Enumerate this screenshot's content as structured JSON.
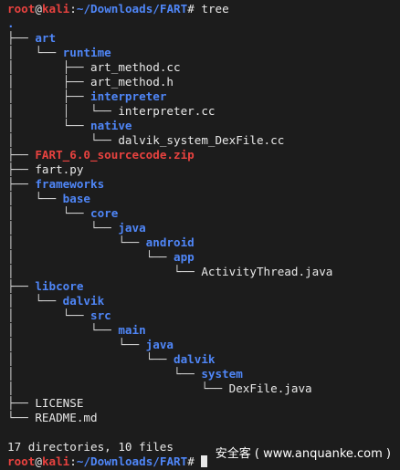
{
  "prompt": {
    "user": "root",
    "at": "@",
    "host": "kali",
    "colon": ":",
    "cwd": "~/Downloads/FART",
    "symbol": "# ",
    "command": "tree"
  },
  "tree": {
    "root": ".",
    "entries": [
      {
        "guide": "├── ",
        "name": "art",
        "kind": "dir"
      },
      {
        "guide": "│   └── ",
        "name": "runtime",
        "kind": "dir"
      },
      {
        "guide": "│       ├── ",
        "name": "art_method.cc",
        "kind": "file"
      },
      {
        "guide": "│       ├── ",
        "name": "art_method.h",
        "kind": "file"
      },
      {
        "guide": "│       ├── ",
        "name": "interpreter",
        "kind": "dir"
      },
      {
        "guide": "│       │   └── ",
        "name": "interpreter.cc",
        "kind": "file"
      },
      {
        "guide": "│       └── ",
        "name": "native",
        "kind": "dir"
      },
      {
        "guide": "│           └── ",
        "name": "dalvik_system_DexFile.cc",
        "kind": "file"
      },
      {
        "guide": "├── ",
        "name": "FART_6.0_sourcecode.zip",
        "kind": "zip"
      },
      {
        "guide": "├── ",
        "name": "fart.py",
        "kind": "file"
      },
      {
        "guide": "├── ",
        "name": "frameworks",
        "kind": "dir"
      },
      {
        "guide": "│   └── ",
        "name": "base",
        "kind": "dir"
      },
      {
        "guide": "│       └── ",
        "name": "core",
        "kind": "dir"
      },
      {
        "guide": "│           └── ",
        "name": "java",
        "kind": "dir"
      },
      {
        "guide": "│               └── ",
        "name": "android",
        "kind": "dir"
      },
      {
        "guide": "│                   └── ",
        "name": "app",
        "kind": "dir"
      },
      {
        "guide": "│                       └── ",
        "name": "ActivityThread.java",
        "kind": "file"
      },
      {
        "guide": "├── ",
        "name": "libcore",
        "kind": "dir"
      },
      {
        "guide": "│   └── ",
        "name": "dalvik",
        "kind": "dir"
      },
      {
        "guide": "│       └── ",
        "name": "src",
        "kind": "dir"
      },
      {
        "guide": "│           └── ",
        "name": "main",
        "kind": "dir"
      },
      {
        "guide": "│               └── ",
        "name": "java",
        "kind": "dir"
      },
      {
        "guide": "│                   └── ",
        "name": "dalvik",
        "kind": "dir"
      },
      {
        "guide": "│                       └── ",
        "name": "system",
        "kind": "dir"
      },
      {
        "guide": "│                           └── ",
        "name": "DexFile.java",
        "kind": "file"
      },
      {
        "guide": "├── ",
        "name": "LICENSE",
        "kind": "file"
      },
      {
        "guide": "└── ",
        "name": "README.md",
        "kind": "file"
      }
    ],
    "summary": "17 directories, 10 files"
  },
  "watermark": "安全客 ( www.anquanke.com )",
  "colors": {
    "background": "#1c1c1c",
    "prompt_red": "#e8423f",
    "dir_blue": "#4f86f7",
    "text": "#e8e8e8"
  }
}
